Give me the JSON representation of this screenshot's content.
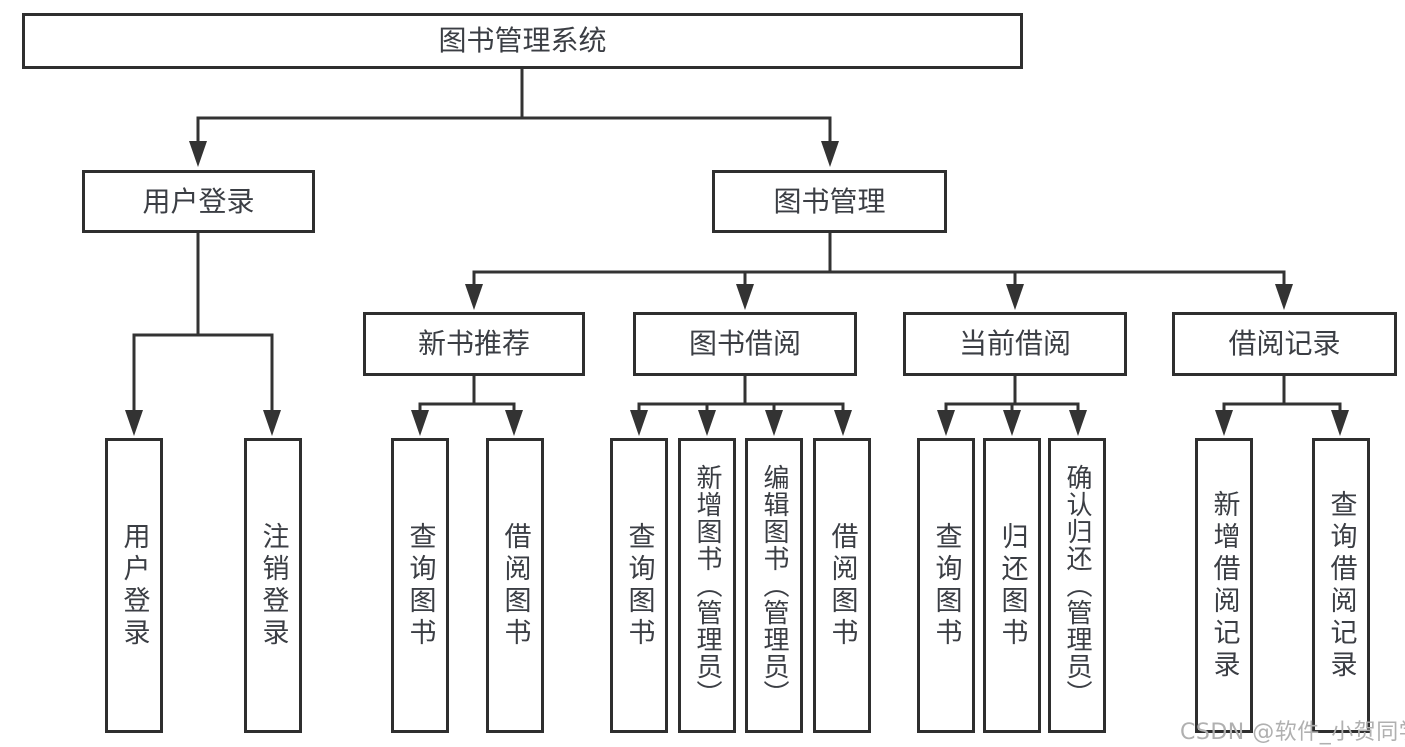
{
  "diagram_type": "tree",
  "colors": {
    "line": "#333333",
    "border": "#2f2f2f",
    "text": "#3b3e44",
    "watermark": "#b0b0b0",
    "background": "#ffffff"
  },
  "tree": {
    "root": {
      "label": "图书管理系统",
      "children": [
        {
          "label": "用户登录",
          "children": [
            {
              "label": "用户登录"
            },
            {
              "label": "注销登录"
            }
          ]
        },
        {
          "label": "图书管理",
          "children": [
            {
              "label": "新书推荐",
              "children": [
                {
                  "label": "查询图书"
                },
                {
                  "label": "借阅图书"
                }
              ]
            },
            {
              "label": "图书借阅",
              "children": [
                {
                  "label": "查询图书"
                },
                {
                  "label": "新增图书（管理员）"
                },
                {
                  "label": "编辑图书（管理员）"
                },
                {
                  "label": "借阅图书"
                }
              ]
            },
            {
              "label": "当前借阅",
              "children": [
                {
                  "label": "查询图书"
                },
                {
                  "label": "归还图书"
                },
                {
                  "label": "确认归还（管理员）"
                }
              ]
            },
            {
              "label": "借阅记录",
              "children": [
                {
                  "label": "新增借阅记录"
                },
                {
                  "label": "查询借阅记录"
                }
              ]
            }
          ]
        }
      ]
    }
  },
  "watermark": {
    "text": "CSDN @软件_小贺同学"
  }
}
